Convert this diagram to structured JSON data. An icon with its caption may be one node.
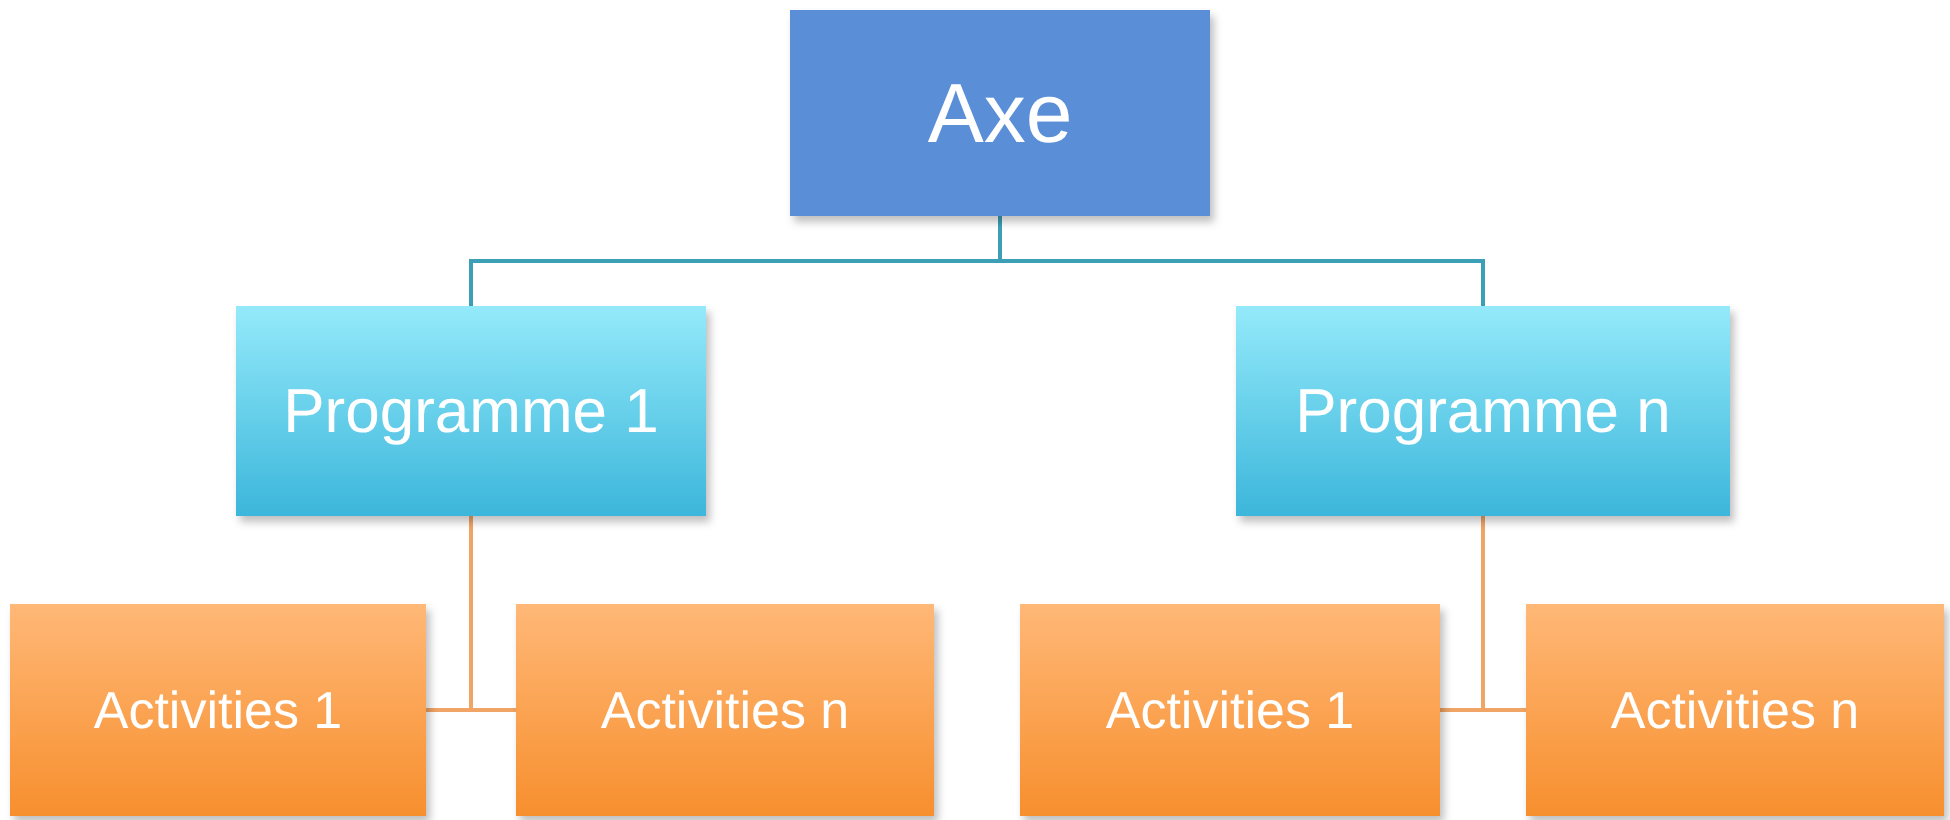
{
  "diagram": {
    "nodes": [
      {
        "text": [
          "Axe"
        ]
      },
      {
        "text": [
          "Programme 1"
        ]
      },
      {
        "text": [
          "Activities 1"
        ]
      },
      {
        "text": [
          "Activities n"
        ]
      },
      {
        "text": [
          "Programme n"
        ]
      },
      {
        "text": [
          "Activities 1"
        ]
      },
      {
        "text": [
          "Activities n"
        ]
      }
    ],
    "edges": [
      {
        "from": 0,
        "to": 1,
        "arrow": "none",
        "color": "#3c9fb6"
      },
      {
        "from": 0,
        "to": 4,
        "arrow": "none",
        "color": "#3c9fb6"
      },
      {
        "from": 1,
        "to": 2,
        "arrow": "none"
      },
      {
        "from": 1,
        "to": 3,
        "arrow": "none"
      },
      {
        "from": 4,
        "to": 5,
        "arrow": "none"
      },
      {
        "from": 4,
        "to": 6,
        "arrow": "none"
      }
    ]
  }
}
